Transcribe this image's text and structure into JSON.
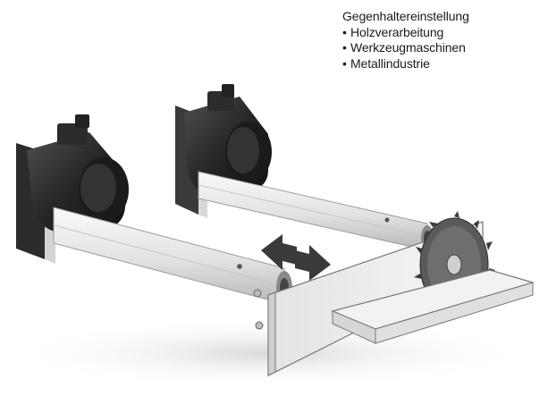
{
  "caption": {
    "title": "Gegenhaltereinstellung",
    "bullet_symbol": "•",
    "items": [
      "Holzverarbeitung",
      "Werkzeugmaschinen",
      "Metallindustrie"
    ]
  },
  "colors": {
    "background": "#ffffff",
    "motor": "#2a2a2a",
    "rail": "#e6e6e6",
    "arrow": "#3a3a3a",
    "saw": "#4a4a4a",
    "plate": "#efefef"
  }
}
